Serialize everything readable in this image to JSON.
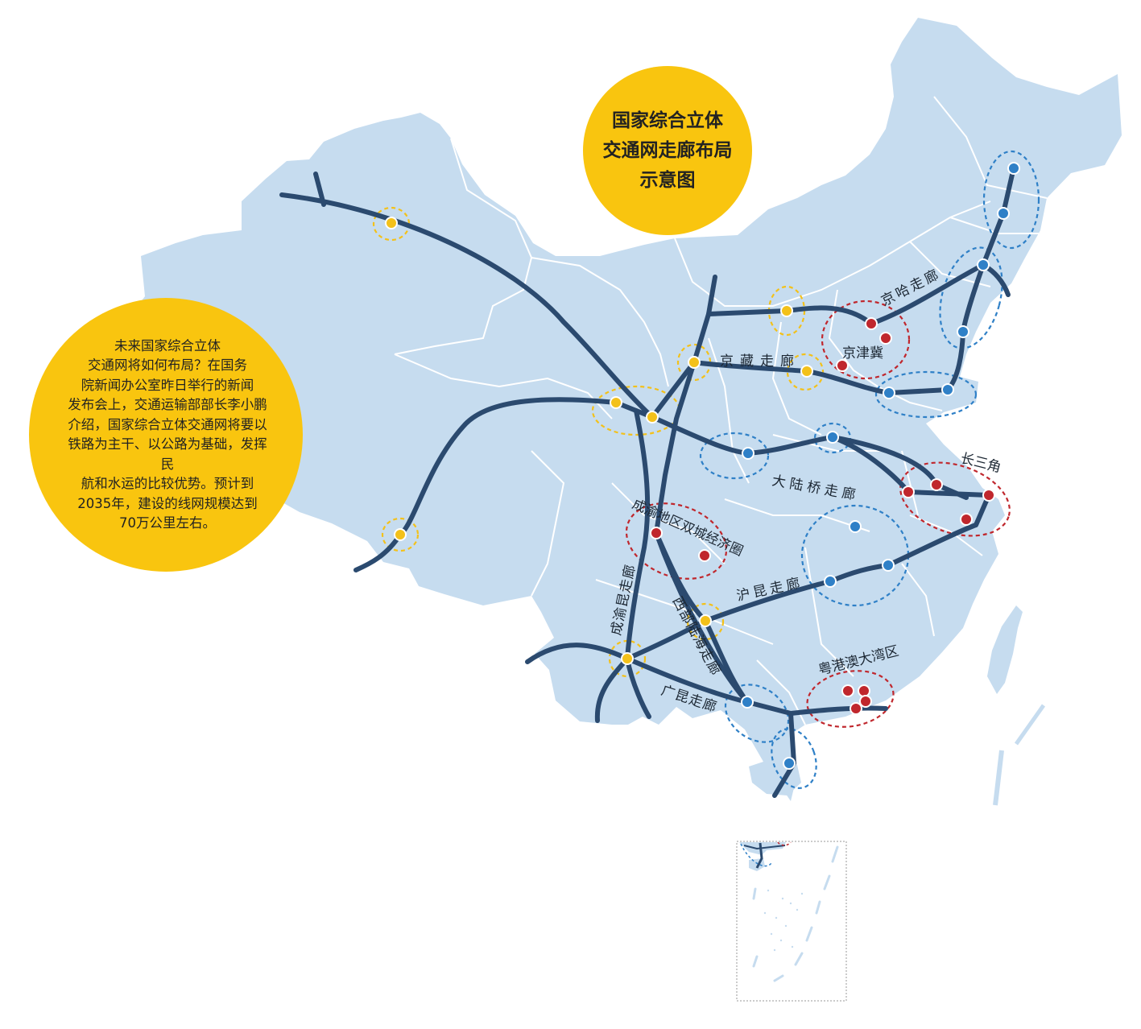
{
  "title": "国家综合立体交通网走廊布局示意图",
  "title_lines": [
    "国家综合立体",
    "交通网走廊布局",
    "示意图"
  ],
  "info": {
    "lines": [
      "未来国家综合立体",
      "交通网将如何布局？在国务",
      "院新闻办公室昨日举行的新闻",
      "发布会上，交通运输部部长李小鹏",
      "介绍，国家综合立体交通网将要以",
      "铁路为主干、以公路为基础，发挥民",
      "航和水运的比较优势。预计到",
      "2035年，建设的线网规模达到",
      "70万公里左右。"
    ]
  },
  "corridor_labels": {
    "jingha": "京哈走廊",
    "jingzang": "京藏走廊",
    "daluqiao": "大陆桥走廊",
    "hukun": "沪昆走廊",
    "chengyukun": "成渝昆走廊",
    "xibuluhai": "西部陆海走廊",
    "guangkun": "广昆走廊"
  },
  "region_labels": {
    "jingjinji": "京津冀",
    "changsanjiao": "长三角",
    "chengyu": "成渝地区双城经济圈",
    "yuegangao": "粤港澳大湾区"
  },
  "colors": {
    "land": "#c6dcef",
    "border": "#ffffff",
    "corridor": "#2b4a6f",
    "hub_yellow": "#f3c11a",
    "hub_blue": "#2f80c7",
    "hub_red": "#c0272d",
    "bubble": "#f9c50f"
  },
  "legend": []
}
